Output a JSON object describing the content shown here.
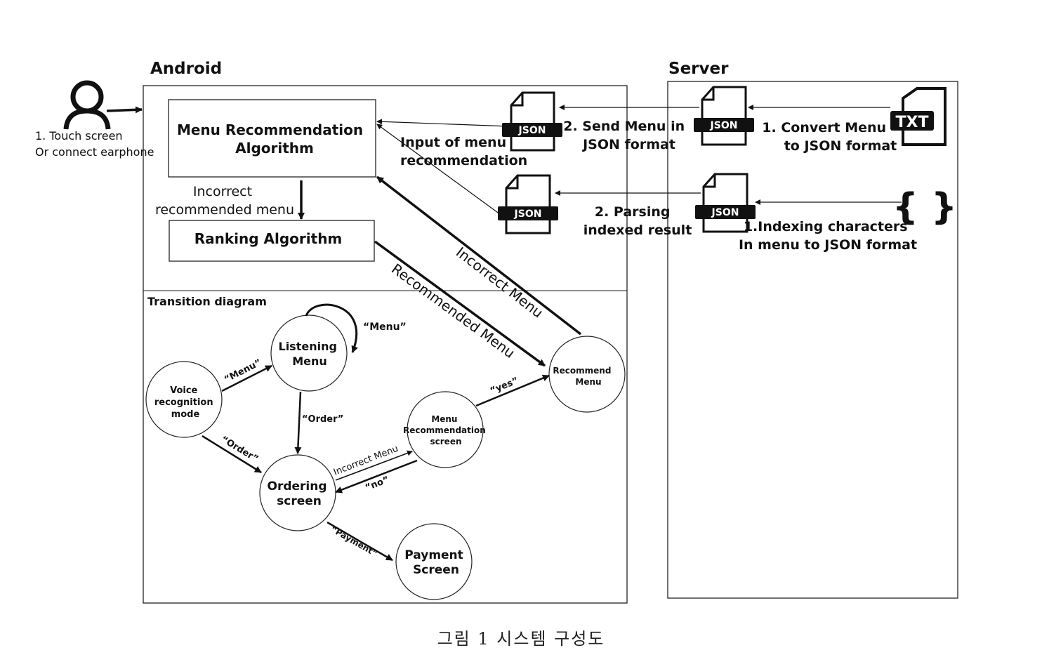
{
  "labels": {
    "android": "Android",
    "server": "Server",
    "user_step": [
      "1.  Touch screen",
      "Or connect earphone"
    ],
    "menu_algo": [
      "Menu Recommendation",
      "Algorithm"
    ],
    "ranking_algo": "Ranking Algorithm",
    "incorrect_recommended": [
      "Incorrect",
      "recommended menu"
    ],
    "input_of_menu": [
      "Input of menu",
      "recommendation"
    ],
    "send_menu": [
      "2. Send Menu in",
      "JSON format"
    ],
    "convert_menu": [
      "1.  Convert Menu",
      "to JSON format"
    ],
    "parsing": [
      "2. Parsing",
      "indexed result"
    ],
    "indexing": [
      "1.Indexing characters",
      "In menu to JSON format"
    ],
    "incorrect_menu_diag": "Incorrect Menu",
    "recommended_menu_diag": "Recommended Menu",
    "transition_title": "Transition diagram",
    "json_tag": "JSON",
    "txt_tag": "TXT",
    "braces": "{ }"
  },
  "states": {
    "voice": [
      "Voice",
      "recognition",
      "mode"
    ],
    "listening": [
      "Listening",
      "Menu"
    ],
    "ordering": [
      "Ordering",
      "screen"
    ],
    "menu_rec_screen": [
      "Menu",
      "Recommendation",
      "screen"
    ],
    "recommend": [
      "Recommend",
      "Menu"
    ],
    "payment": [
      "Payment",
      "Screen"
    ]
  },
  "transitions": {
    "menu_self": "“Menu”",
    "menu_edge": "“Menu”",
    "order_from_listening": "“Order”",
    "order_from_voice": "“Order”",
    "incorrect_menu": "Incorrect Menu",
    "no": "“no”",
    "yes": "“yes”",
    "payment": "“Payment”"
  },
  "caption": "그림 1 시스템 구성도"
}
